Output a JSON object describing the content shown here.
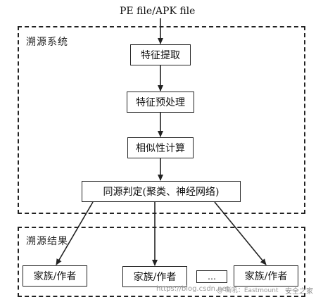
{
  "input_label": "PE file/APK file",
  "traceability_system": {
    "label": "溯源系统",
    "steps": [
      "特征提取",
      "特征预处理",
      "相似性计算",
      "同源判定(聚类、神经网络)"
    ]
  },
  "traceability_results": {
    "label": "溯源结果",
    "items": [
      "家族/作者",
      "家族/作者",
      "家族/作者"
    ],
    "ellipsis": "…"
  },
  "watermark": {
    "url": "https://blog.csdn.net",
    "source": "@ 嘶吼：Eastmount",
    "brand": "安全之家"
  }
}
